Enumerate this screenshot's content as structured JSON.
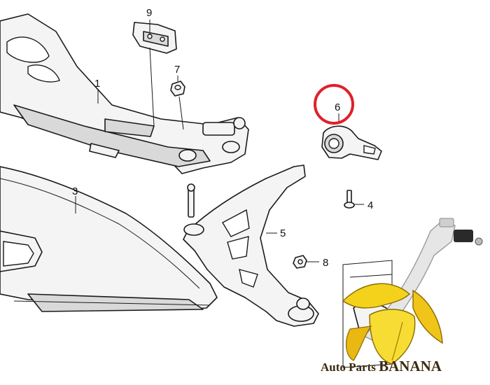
{
  "diagram": {
    "callouts": [
      {
        "id": "callout-1",
        "label": "1"
      },
      {
        "id": "callout-3",
        "label": "3"
      },
      {
        "id": "callout-4",
        "label": "4"
      },
      {
        "id": "callout-5",
        "label": "5"
      },
      {
        "id": "callout-6",
        "label": "6"
      },
      {
        "id": "callout-7",
        "label": "7"
      },
      {
        "id": "callout-8",
        "label": "8"
      },
      {
        "id": "callout-9",
        "label": "9"
      }
    ],
    "highlight": {
      "label": "6",
      "color": "#e0202a"
    }
  },
  "watermark": {
    "text_auto_parts": "Auto Parts ",
    "text_banana": "BANANA",
    "banana_color": "#f4d21c",
    "text_color": "#3a2a10"
  },
  "colors": {
    "line": "#1a1a1a",
    "part_fill": "#f4f4f4",
    "highlight_ring": "#e0202a"
  }
}
